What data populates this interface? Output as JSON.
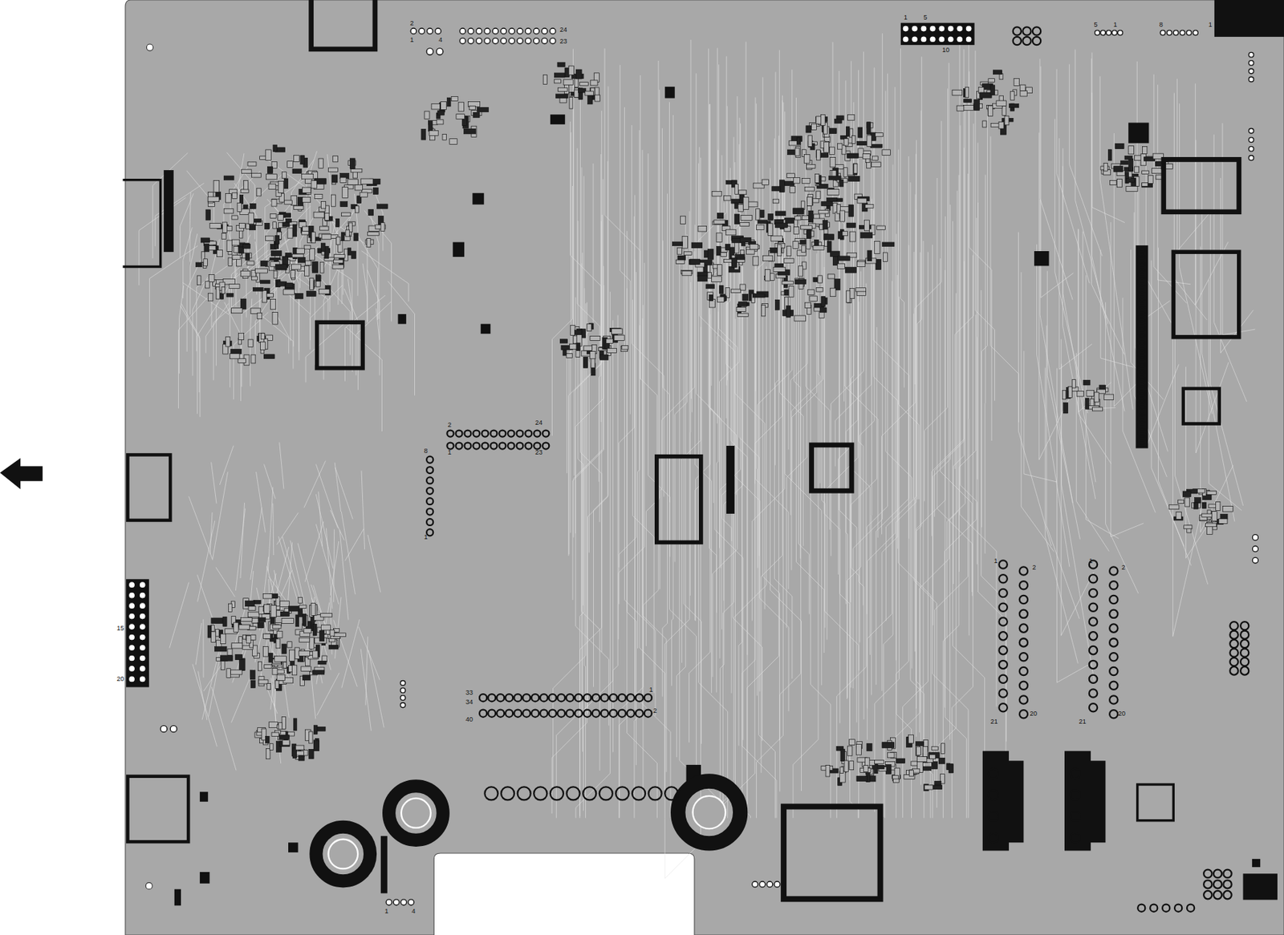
{
  "diagram": {
    "labels": [
      "2",
      "24",
      "1",
      "23",
      "33",
      "34",
      "40",
      "1",
      "2",
      "8",
      "1",
      "1",
      "2",
      "21",
      "20",
      "1",
      "2",
      "21",
      "20",
      "15",
      "20",
      "1",
      "5",
      "10",
      "1",
      "4",
      "5",
      "1",
      "8",
      "1",
      "24",
      "23",
      "2",
      "1",
      "4"
    ]
  }
}
